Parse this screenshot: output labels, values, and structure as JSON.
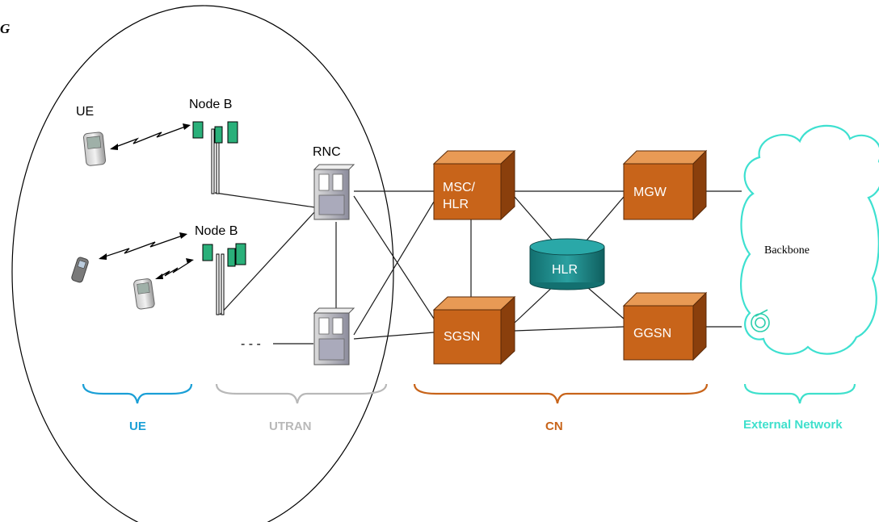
{
  "corner_mark": "G",
  "nodes": {
    "ue_label": "UE",
    "nodeb_top": "Node B",
    "nodeb_bottom": "Node B",
    "rnc": "RNC",
    "msc_line1": "MSC/",
    "msc_line2": "HLR",
    "sgsn": "SGSN",
    "mgw": "MGW",
    "ggsn": "GGSN",
    "hlr": "HLR",
    "backbone": "Backbone"
  },
  "groups": {
    "ue": "UE",
    "utran": "UTRAN",
    "cn": "CN",
    "external": "External Network"
  },
  "colors": {
    "ue_group": "#1a9fd6",
    "utran_group": "#b8b8b8",
    "cn_group": "#c8641a",
    "external_group": "#3ee0cc",
    "box_front": "#c8641a",
    "box_top": "#e89a55",
    "box_side": "#8a3f0c",
    "hlr_cylinder": "#1a8a8a",
    "cloud": "#3ee0d0"
  }
}
